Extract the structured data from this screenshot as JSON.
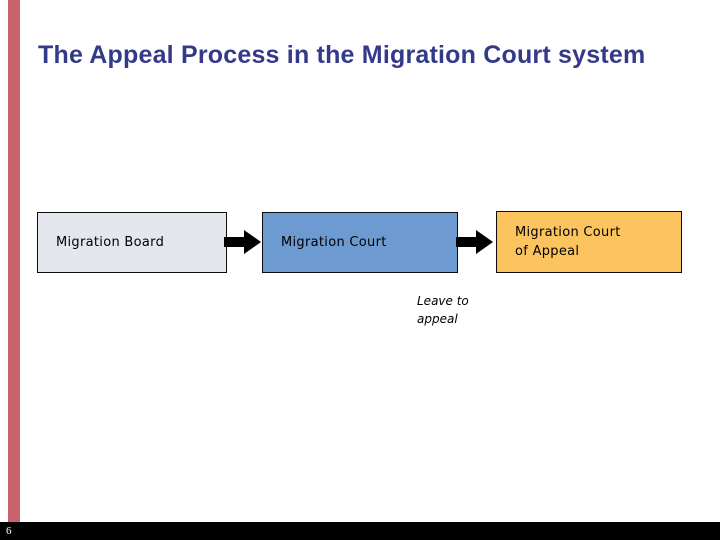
{
  "slide": {
    "title": "The Appeal Process in the Migration Court system",
    "page_number": "6",
    "background_color": "#ffffff",
    "title_color": "#333a8a",
    "accent_stripe_color": "#c8636b",
    "footer_bar_color": "#000000"
  },
  "diagram": {
    "type": "flow",
    "nodes": [
      {
        "id": "migration-board",
        "label": "Migration Board",
        "fill": "#e4e7ee",
        "border": "#0d0d0d",
        "text_color": "#000000"
      },
      {
        "id": "migration-court",
        "label": "Migration Court",
        "fill": "#6d9bd1",
        "border": "#0d0d0d",
        "text_color": "#000000"
      },
      {
        "id": "migration-court-of-appeal",
        "label": "Migration Court\nof Appeal",
        "fill": "#fcc45f",
        "border": "#0d0d0d",
        "text_color": "#000000"
      }
    ],
    "connectors": [
      {
        "id": "board-to-court",
        "from": "migration-board",
        "to": "migration-court",
        "style": "block-arrow",
        "color": "#000000",
        "label": ""
      },
      {
        "id": "court-to-appeal",
        "from": "migration-court",
        "to": "migration-court-of-appeal",
        "style": "block-arrow",
        "color": "#000000",
        "label": "Leave to\nappeal"
      }
    ],
    "annotations": [
      {
        "id": "leave-to-appeal",
        "text": "Leave to\nappeal",
        "style": "italic",
        "color": "#000000"
      }
    ]
  }
}
